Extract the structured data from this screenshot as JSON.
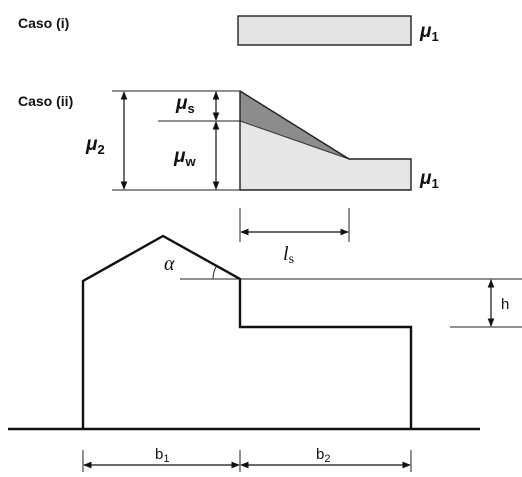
{
  "diagram": {
    "case_i_label": "Caso (i)",
    "case_ii_label": "Caso (ii)",
    "mu_symbol": "μ",
    "mu1_sub": "1",
    "mu2_sub": "2",
    "mus_sub": "s",
    "muw_sub": "w",
    "ls_symbol": "l",
    "ls_sub": "s",
    "alpha_symbol": "α",
    "h_label": "h",
    "b_symbol": "b",
    "b1_sub": "1",
    "b2_sub": "2"
  }
}
